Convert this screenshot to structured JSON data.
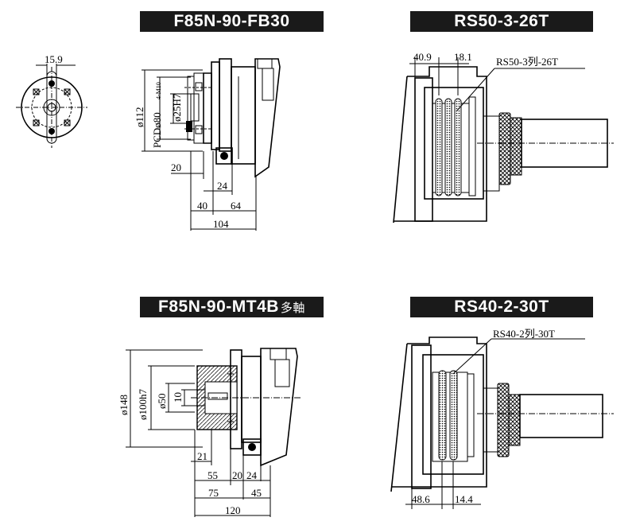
{
  "titles": {
    "fb30": "F85N-90-FB30",
    "rs50": "RS50-3-26T",
    "mt4b": "F85N-90-MT4B",
    "mt4b_suffix": "多軸",
    "rs40": "RS40-2-30T"
  },
  "dims": {
    "d15_9": "15.9",
    "d112": "ø112",
    "pcd": "PCDø80",
    "pcd_sub": "4-M10",
    "d25h7": "ø25H7",
    "d20": "20",
    "d24": "24",
    "d40": "40",
    "d64": "64",
    "d104": "104",
    "d40_9": "40.9",
    "d18_1": "18.1",
    "rs50_label": "RS50-3列-26T",
    "d148": "ø148",
    "d100h7": "ø100h7",
    "d50": "ø50",
    "d10": "10",
    "d21": "21",
    "d55": "55",
    "d20b": "20",
    "d24b": "24",
    "d75": "75",
    "d45": "45",
    "d120": "120",
    "rs40_label": "RS40-2列-30T",
    "d48_6": "48.6",
    "d14_4": "14.4"
  }
}
